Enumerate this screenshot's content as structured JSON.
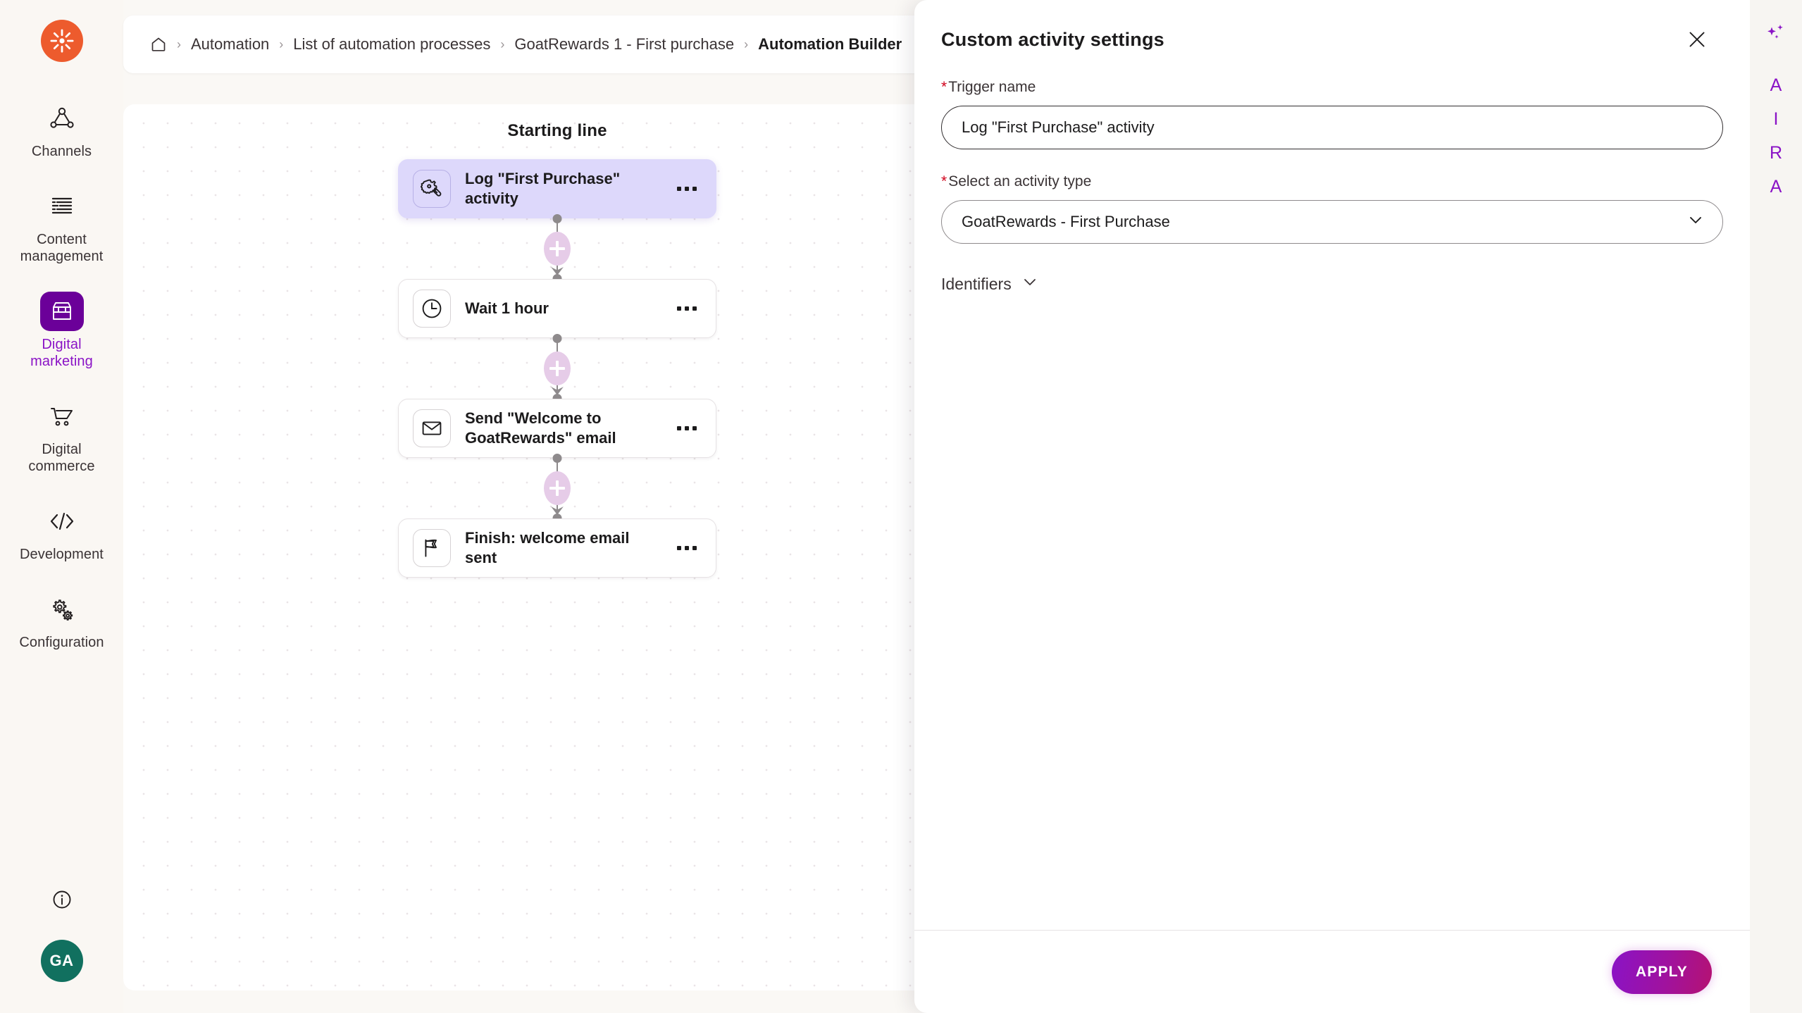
{
  "brand": {
    "logo_icon": "sunburst-logo-icon",
    "logo_color": "#ED5B2D",
    "accent_purple": "#8A13C6",
    "active_nav_bg": "#6B0099",
    "avatar_color": "#11705F",
    "selected_node_bg": "#DDD8FB"
  },
  "sidebar": {
    "items": [
      {
        "id": "channels",
        "label": "Channels",
        "icon": "channels-network-icon",
        "active": false
      },
      {
        "id": "content-management",
        "label": "Content management",
        "icon": "content-lines-icon",
        "active": false
      },
      {
        "id": "digital-marketing",
        "label": "Digital marketing",
        "icon": "storefront-icon",
        "active": true
      },
      {
        "id": "digital-commerce",
        "label": "Digital commerce",
        "icon": "shopping-cart-icon",
        "active": false
      },
      {
        "id": "development",
        "label": "Development",
        "icon": "code-brackets-icon",
        "active": false
      },
      {
        "id": "configuration",
        "label": "Configuration",
        "icon": "gears-icon",
        "active": false
      }
    ],
    "info_icon": "info-circle-icon",
    "avatar_initials": "GA"
  },
  "breadcrumb": {
    "home_icon": "home-icon",
    "separator": "›",
    "items": [
      {
        "label": "Automation",
        "current": false
      },
      {
        "label": "List of automation processes",
        "current": false
      },
      {
        "label": "GoatRewards 1 - First purchase",
        "current": false
      },
      {
        "label": "Automation Builder",
        "current": true
      }
    ]
  },
  "canvas": {
    "starting_line_label": "Starting line",
    "add_step_icon": "plus-icon",
    "node_menu_icon": "ellipsis-icon",
    "nodes": [
      {
        "id": "log-first-purchase",
        "title": "Log \"First Purchase\" activity",
        "icon": "gear-pencil-icon",
        "selected": true
      },
      {
        "id": "wait-1-hour",
        "title": "Wait 1 hour",
        "icon": "clock-icon",
        "selected": false
      },
      {
        "id": "send-welcome-email",
        "title": "Send \"Welcome to GoatRewards\" email",
        "icon": "envelope-icon",
        "selected": false
      },
      {
        "id": "finish-welcome-email-sent",
        "title": "Finish: welcome email sent",
        "icon": "flag-icon",
        "selected": false
      }
    ]
  },
  "panel": {
    "title": "Custom activity settings",
    "close_icon": "close-icon",
    "trigger_name": {
      "label": "Trigger name",
      "required_mark": "*",
      "value": "Log \"First Purchase\" activity",
      "placeholder": "Enter trigger name"
    },
    "activity_type": {
      "label": "Select an activity type",
      "required_mark": "*",
      "value": "GoatRewards - First Purchase",
      "chevron_icon": "chevron-down-icon"
    },
    "identifiers": {
      "label": "Identifiers",
      "chevron_icon": "chevron-down-icon",
      "expanded": false
    },
    "apply_label": "APPLY"
  },
  "aira": {
    "sparkle_icon": "sparkles-icon",
    "letters": [
      "A",
      "I",
      "R",
      "A"
    ]
  }
}
